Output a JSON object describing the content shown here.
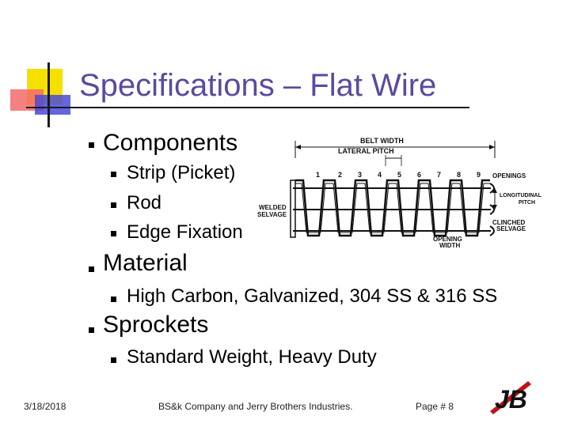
{
  "slide": {
    "title": "Specifications – Flat Wire",
    "bullets": {
      "components": "Components",
      "strip": "Strip (Picket)",
      "rod": "Rod",
      "edge_fixation": "Edge Fixation",
      "material": "Material",
      "material_detail": "High Carbon, Galvanized, 304 SS & 316 SS",
      "sprockets": "Sprockets",
      "sprockets_detail": "Standard Weight, Heavy Duty"
    },
    "diagram": {
      "belt_width": "BELT WIDTH",
      "lateral_pitch": "LATERAL PITCH",
      "openings": "OPENINGS",
      "longitudinal": "LONGITUDINAL",
      "pitch": "PITCH",
      "welded": "WELDED",
      "selvage": "SELVAGE",
      "clinched": "CLINCHED",
      "clinched_selvage": "SELVAGE",
      "opening": "OPENING",
      "width": "WIDTH",
      "numbers": [
        "1",
        "2",
        "3",
        "4",
        "5",
        "6",
        "7",
        "8",
        "9"
      ]
    },
    "footer": {
      "date": "3/18/2018",
      "company": "BS&k Company  and Jerry Brothers Industries.",
      "page": "Page # 8"
    },
    "logo_letters": "JB"
  }
}
